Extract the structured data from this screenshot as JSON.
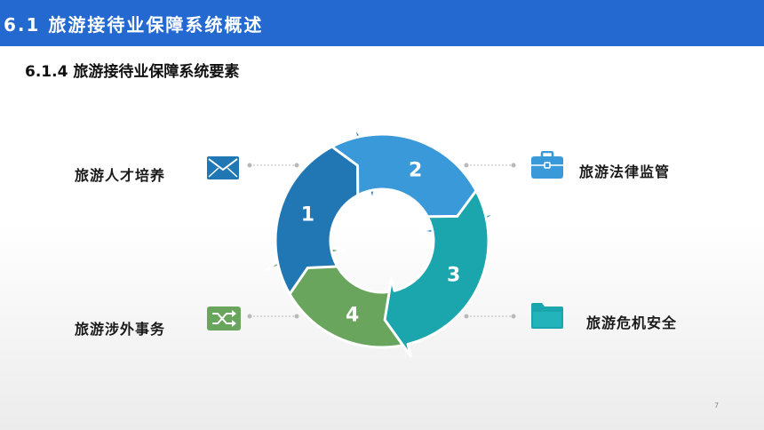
{
  "header": {
    "title": "6.1 旅游接待业保障系统概述"
  },
  "subtitle": "6.1.4 旅游接待业保障系统要素",
  "cycle": {
    "segments": [
      {
        "number": "1",
        "color": "#2177b3"
      },
      {
        "number": "2",
        "color": "#3a9ad9"
      },
      {
        "number": "3",
        "color": "#1ba5ad"
      },
      {
        "number": "4",
        "color": "#6aa55d"
      }
    ]
  },
  "items": [
    {
      "label": "旅游人才培养",
      "icon": "envelope-icon",
      "color": "#2177b3"
    },
    {
      "label": "旅游法律监管",
      "icon": "briefcase-icon",
      "color": "#3a9ad9"
    },
    {
      "label": "旅游涉外事务",
      "icon": "shuffle-icon",
      "color": "#6aa55d"
    },
    {
      "label": "旅游危机安全",
      "icon": "folder-icon",
      "color": "#1ba5ad"
    }
  ],
  "page_number": "7"
}
